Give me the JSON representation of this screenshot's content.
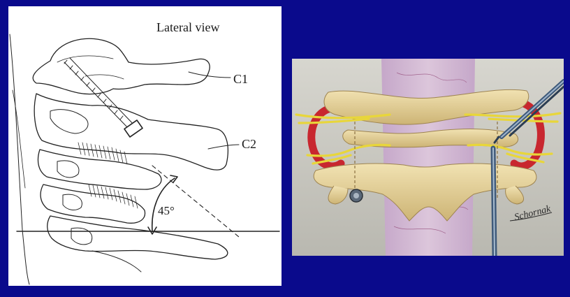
{
  "left_panel": {
    "title": "Lateral view",
    "labels": {
      "c1": "C1",
      "c2": "C2",
      "angle": "45°"
    }
  },
  "right_panel": {
    "signature": "Schornak"
  },
  "colors": {
    "slide_background": "#0a0a8c",
    "bone": "#e4cf96",
    "artery": "#c8272f",
    "nerve": "#e8d63a",
    "dura": "#cdb3cf",
    "instrument": "#3f5a7a"
  }
}
